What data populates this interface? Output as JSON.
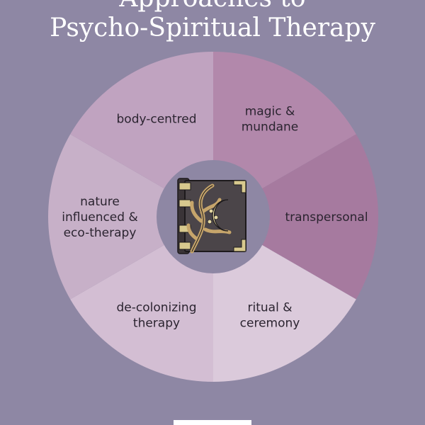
{
  "title": {
    "top_partial": "Approaches to",
    "main": "Psycho-Spiritual Therapy"
  },
  "colors": {
    "background": "#8e87a4",
    "title": "#ffffff",
    "label": "#2b2430",
    "center_ring": "#8e87a4"
  },
  "segments": [
    {
      "id": "magic",
      "lines": [
        "magic &",
        "mundane"
      ],
      "color": "#b288ab"
    },
    {
      "id": "transpersonal",
      "lines": [
        "transpersonal"
      ],
      "color": "#a67a9f"
    },
    {
      "id": "ritual",
      "lines": [
        "ritual &",
        "ceremony"
      ],
      "color": "#dbcadb"
    },
    {
      "id": "decolonizing",
      "lines": [
        "de-colonizing",
        "therapy"
      ],
      "color": "#d3bed3"
    },
    {
      "id": "nature",
      "lines": [
        "nature",
        "influenced &",
        "eco-therapy"
      ],
      "color": "#c7b0c8"
    },
    {
      "id": "body",
      "lines": [
        "body-centred"
      ],
      "color": "#c0a3c0"
    }
  ],
  "center_icon": "spellbook-moon-tree-icon"
}
